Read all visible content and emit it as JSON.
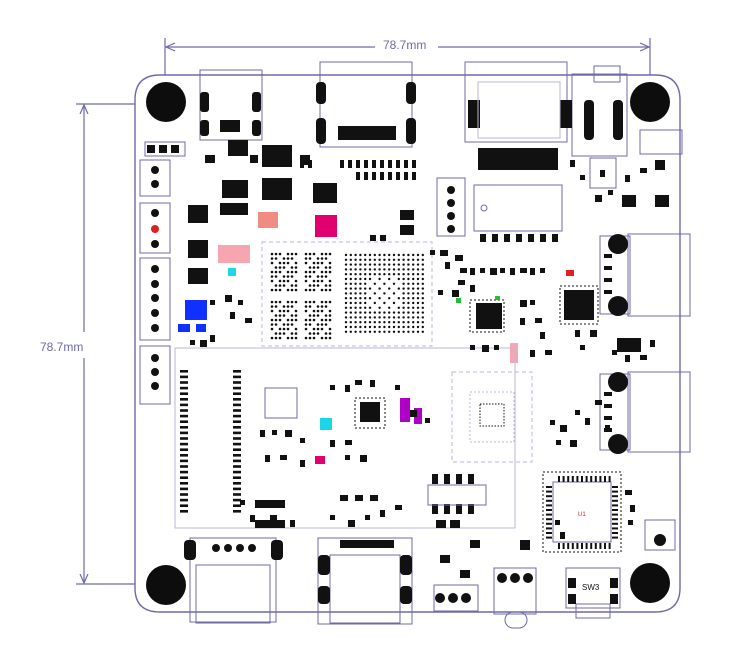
{
  "dimensions": {
    "width_label": "78.7mm",
    "height_label": "78.7mm"
  },
  "silkscreen": {
    "switch_label": "SW3",
    "chip_label": "U1"
  },
  "colors": {
    "outline": "#6f6aa8",
    "outline_light": "#b9b5d8",
    "pad": "#1a1a1a",
    "red": "#e02020",
    "magenta": "#e0006e",
    "blue": "#1030ff",
    "pink": "#f6a6b0",
    "purple": "#b000c8",
    "cyan": "#1ad6e6",
    "green": "#20c030",
    "salmon": "#f08c80"
  }
}
